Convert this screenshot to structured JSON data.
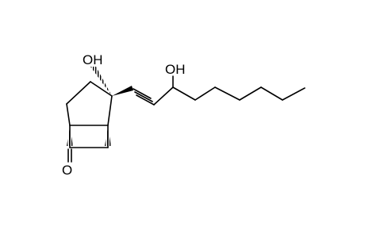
{
  "molecule": {
    "labels": {
      "ring_hydroxyl": "OH",
      "chain_hydroxyl": "OH",
      "ketone_oxygen": "O"
    },
    "colors": {
      "bond": "#000000",
      "background": "#ffffff"
    }
  }
}
